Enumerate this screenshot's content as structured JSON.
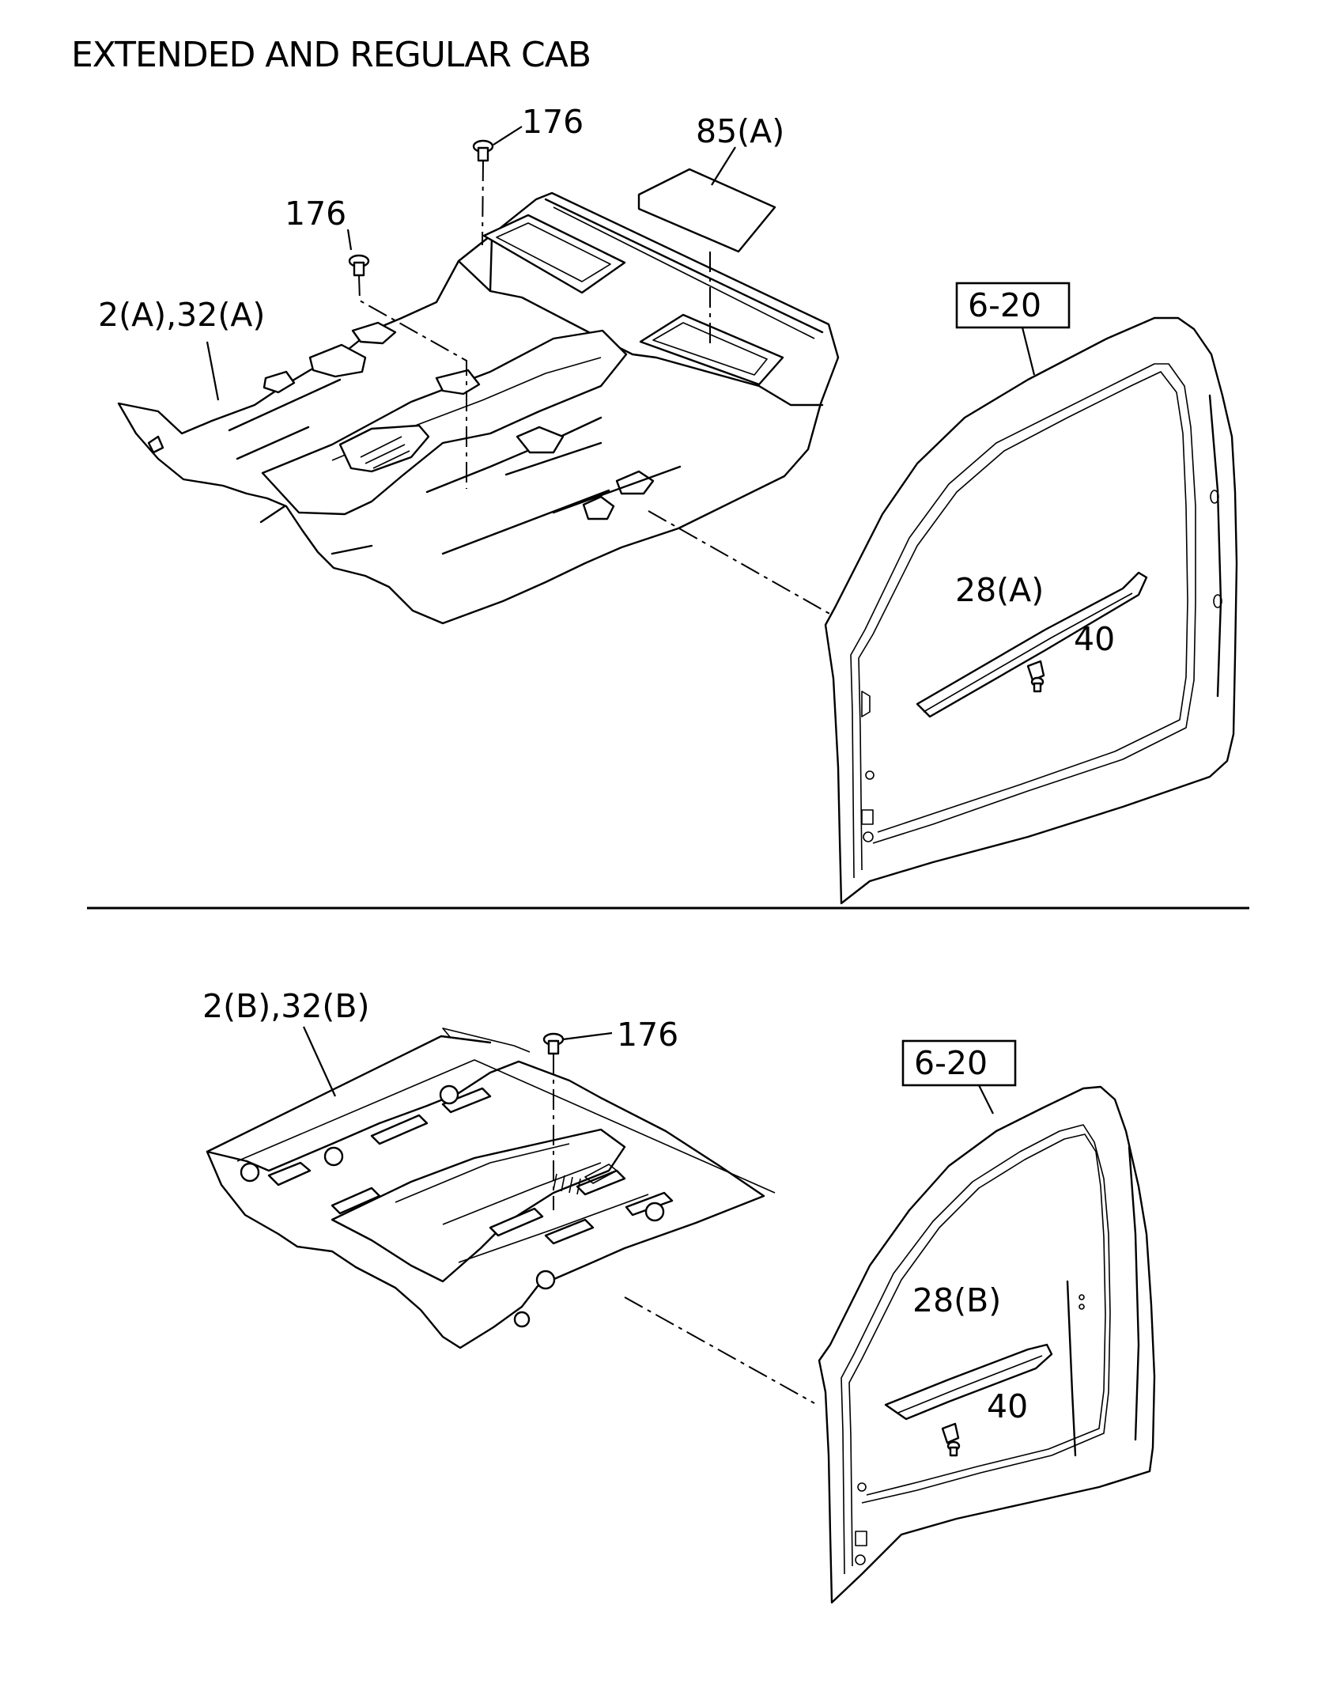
{
  "title": "EXTENDED AND REGULAR CAB",
  "upper": {
    "labels": {
      "clip_top": "176",
      "clip_left": "176",
      "insulator": "85(A)",
      "carpet": "2(A),32(A)",
      "ref": "6-20",
      "sill_plate": "28(A)",
      "screw": "40"
    }
  },
  "lower": {
    "labels": {
      "carpet": "2(B),32(B)",
      "clip": "176",
      "ref": "6-20",
      "sill_plate": "28(B)",
      "screw": "40"
    }
  }
}
